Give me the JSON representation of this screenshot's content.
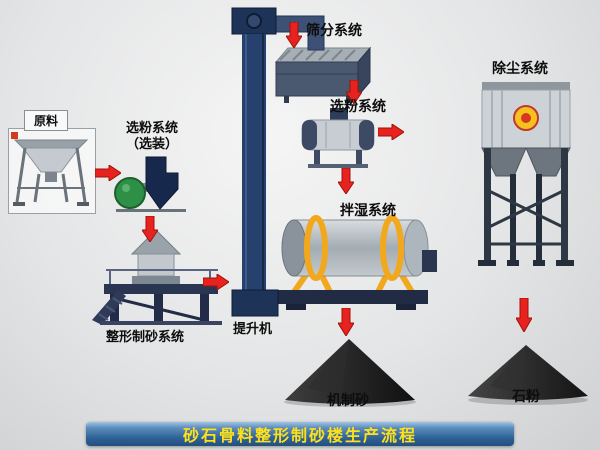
{
  "banner": {
    "text": "砂石骨料整形制砂楼生产流程",
    "bg_color": "#2c5f95",
    "text_color": "#ffe11a"
  },
  "flow": {
    "arrow_color": "#e8231f",
    "nodes": {
      "raw_material": {
        "label": "原料"
      },
      "optional_classifier": {
        "label_line1": "选粉系统",
        "label_line2": "（选装）"
      },
      "screening": {
        "label": "筛分系统"
      },
      "classifier": {
        "label": "选粉系统"
      },
      "dust_removal": {
        "label": "除尘系统"
      },
      "shaping_sand": {
        "label": "整形制砂系统"
      },
      "bucket_elevator": {
        "label": "提升机"
      },
      "wet_mixing": {
        "label": "拌湿系统"
      },
      "machine_made_sand": {
        "label": "机制砂"
      },
      "stone_powder": {
        "label": "石粉"
      }
    }
  }
}
